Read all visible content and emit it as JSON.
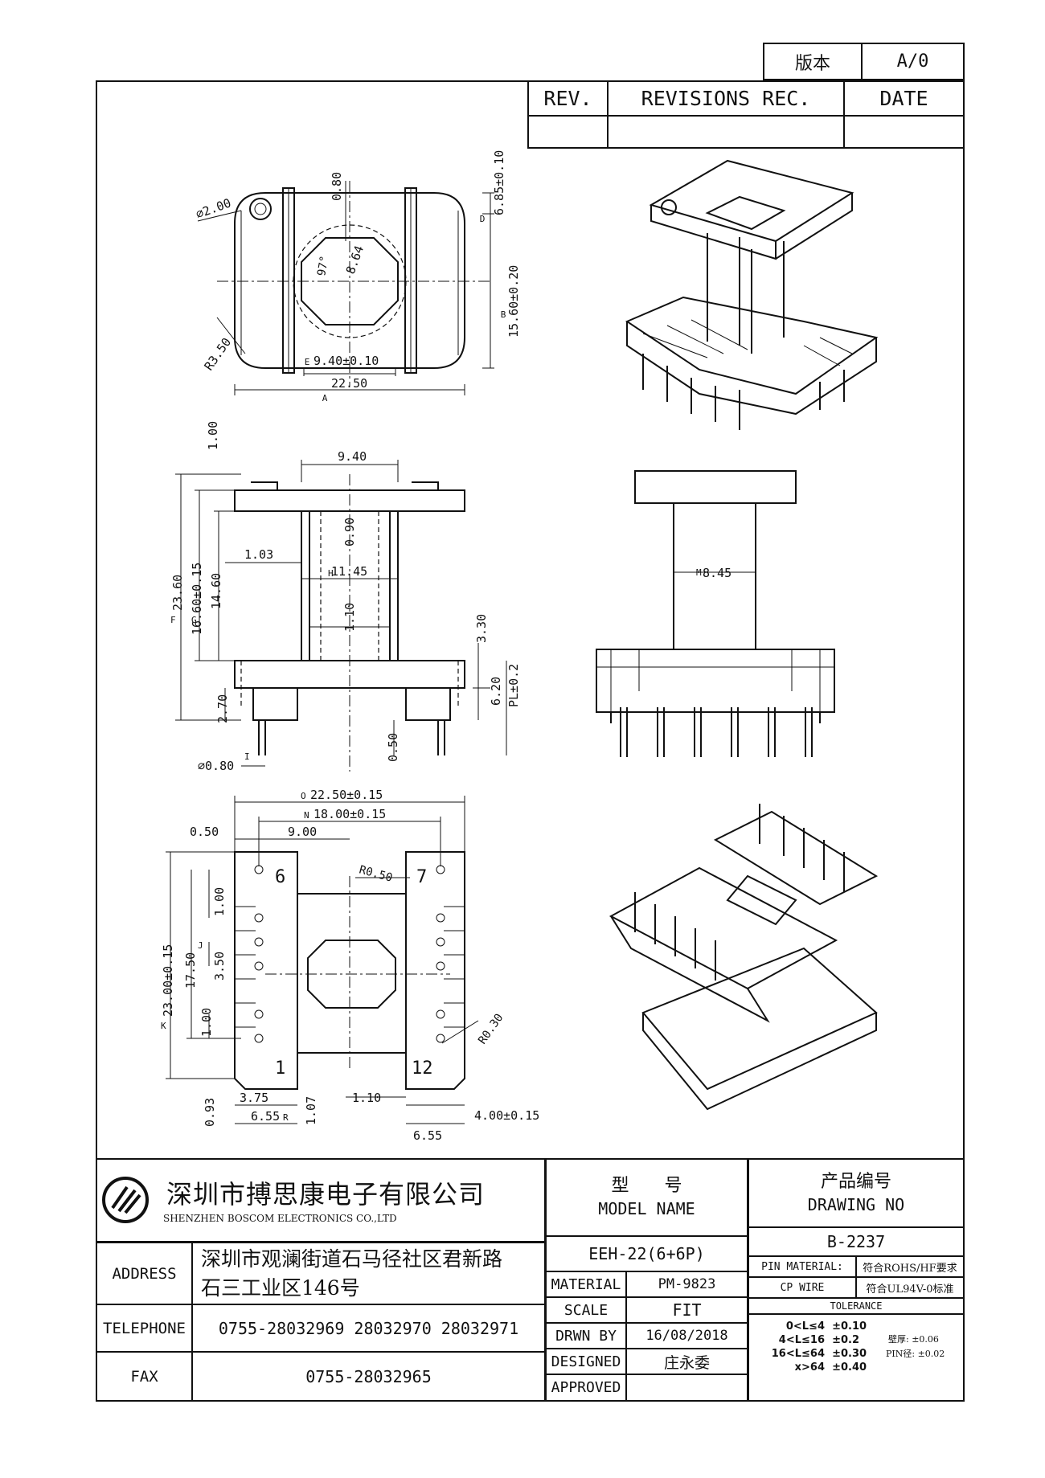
{
  "version_box": {
    "label": "版本",
    "value": "A/0"
  },
  "revision_table": {
    "rev": "REV.",
    "rec": "REVISIONS REC.",
    "date": "DATE"
  },
  "top_view": {
    "d_hole": "⌀2.00",
    "d_080": "0.80",
    "d_685": "6.85±0.10",
    "d_1560": "15.60±0.20",
    "angle": "97°",
    "d_864": "8.64",
    "radius": "R3.50",
    "d_940": "9.40±0.10",
    "d_2250": "22.50",
    "m_e": "E",
    "m_a": "A",
    "m_d": "D",
    "m_b": "B"
  },
  "side_view": {
    "d_100": "1.00",
    "d_940": "9.40",
    "d_2360": "23.60",
    "d_1660": "16.60±0.15",
    "d_1460": "14.60",
    "d_103": "1.03",
    "d_090": "0.90",
    "d_1145": "11.45",
    "d_110": "1.10",
    "d_330": "3.30",
    "d_620": "6.20",
    "d_pl": "PL±0.2",
    "d_270": "2.70",
    "d_050": "0.50",
    "d_pin": "⌀0.80",
    "m_f": "F",
    "m_g": "G",
    "m_h": "H",
    "m_i": "I"
  },
  "front_view": {
    "d_845": "8.45",
    "m_m": "M"
  },
  "bottom_view": {
    "d_2250": "22.50±0.15",
    "d_1800": "18.00±0.15",
    "d_050": "0.50",
    "d_900": "9.00",
    "d_r050": "R0.50",
    "d_100": "1.00",
    "d_2300": "23.00±0.15",
    "d_1750": "17.50",
    "d_350": "3.50",
    "d_100b": "1.00",
    "d_r030": "R0.30",
    "d_093": "0.93",
    "d_375": "3.75",
    "d_655": "6.55",
    "d_107": "1.07",
    "d_110": "1.10",
    "d_400": "4.00±0.15",
    "d_655b": "6.55",
    "pin6": "6",
    "pin7": "7",
    "pin1": "1",
    "pin12": "12",
    "m_o": "O",
    "m_n": "N",
    "m_k": "K",
    "m_j": "J",
    "m_r": "R"
  },
  "title_block": {
    "company_cn": "深圳市搏思康电子有限公司",
    "company_en": "SHENZHEN BOSCOM ELECTRONICS CO.,LTD",
    "address_label": "ADDRESS",
    "address_line1": "深圳市观澜街道石马径社区君新路",
    "address_line2": "石三工业区146号",
    "telephone_label": "TELEPHONE",
    "telephone": "0755-28032969 28032970 28032971",
    "fax_label": "FAX",
    "fax": "0755-28032965",
    "model_cn": "型　　号",
    "model_en": "MODEL NAME",
    "model_value": "EEH-22(6+6P)",
    "drawing_cn": "产品编号",
    "drawing_en": "DRAWING NO",
    "drawing_value": "B-2237",
    "material_label": "MATERIAL",
    "material_value": "PM-9823",
    "scale_label": "SCALE",
    "scale_value": "FIT",
    "drawn_label": "DRWN BY",
    "drawn_value": "16/08/2018",
    "designed_label": "DESIGNED",
    "designed_value": "庄永委",
    "approved_label": "APPROVED",
    "approved_value": "",
    "pin_material_label": "PIN MATERIAL:",
    "pin_material_value": "符合ROHS/HF要求",
    "cp_wire_label": "CP WIRE",
    "cp_wire_value": "符合UL94V-0标准",
    "tolerance_label": "TOLERANCE",
    "tol_rows": [
      {
        "range": "0<L≤4",
        "tol": "±0.10"
      },
      {
        "range": "4<L≤16",
        "tol": "±0.2"
      },
      {
        "range": "16<L≤64",
        "tol": "±0.30"
      },
      {
        "range": "x>64",
        "tol": "±0.40"
      }
    ],
    "wall_label": "壁厚: ±0.06",
    "pin_dia_label": "PIN径: ±0.02"
  }
}
